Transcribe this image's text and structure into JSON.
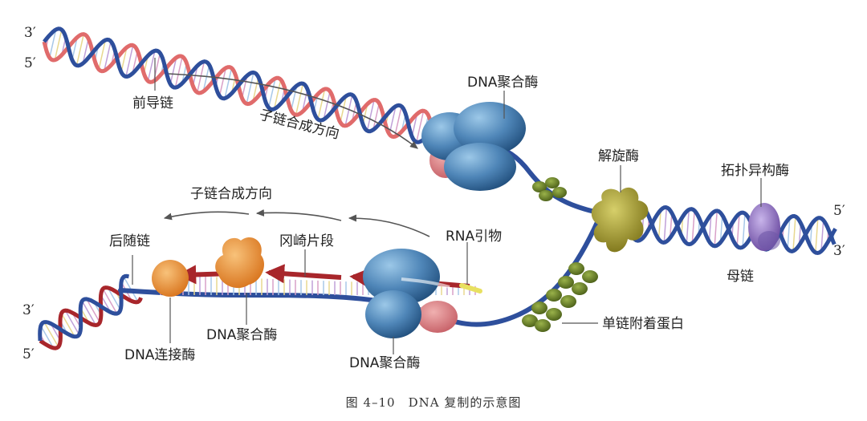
{
  "figure": {
    "caption": "图 4–10　DNA 复制的示意图",
    "ends": {
      "top_left_3": "3′",
      "top_left_5": "5′",
      "bottom_left_3": "3′",
      "bottom_left_5": "5′",
      "right_5": "5′",
      "right_3": "3′"
    },
    "labels": {
      "leading_strand": "前导链",
      "synthesis_direction_top": "子链合成方向",
      "synthesis_direction_bottom": "子链合成方向",
      "dna_polymerase_top": "DNA聚合酶",
      "helicase": "解旋酶",
      "topoisomerase": "拓扑异构酶",
      "parent_strand": "母链",
      "rna_primer": "RNA引物",
      "okazaki_fragment": "冈崎片段",
      "lagging_strand": "后随链",
      "dna_polymerase_lagging": "DNA聚合酶",
      "dna_polymerase_bottom": "DNA聚合酶",
      "dna_ligase": "DNA连接酶",
      "ssb": "单链附着蛋白"
    },
    "colors": {
      "parent_blue": "#2e4f9c",
      "new_red": "#e06b6b",
      "lagging_dark_red": "#a8262b",
      "polymerase_blue": "#4f86b8",
      "helicase_olive": "#9a9228",
      "topoisomerase_purple": "#8e6ec0",
      "ssb_green": "#607a26",
      "ligase_orange": "#e88a2a",
      "primer_yellow": "#e8e060"
    }
  }
}
